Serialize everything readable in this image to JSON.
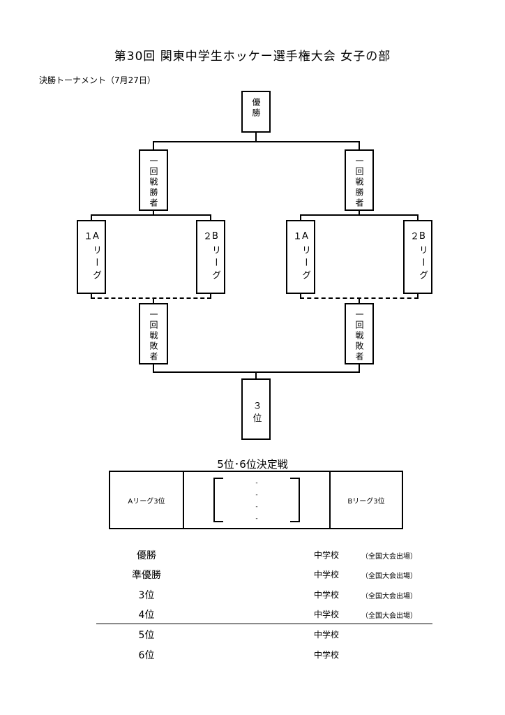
{
  "header": {
    "title": "第30回 関東中学生ホッケー選手権大会 女子の部",
    "subtitle": "決勝トーナメント（7月27日）"
  },
  "bracket": {
    "champion": "優勝",
    "left_winner": "一回戦勝者",
    "right_winner": "一回戦勝者",
    "left_a": "Aリーグ１",
    "left_b": "Bリーグ２",
    "right_a": "Aリーグ１",
    "right_b": "Bリーグ２",
    "left_loser": "一回戦敗者",
    "right_loser": "一回戦敗者",
    "third": "３位"
  },
  "placement_match": {
    "title": "5位･6位決定戦",
    "left_team": "Aリーグ3位",
    "right_team": "Bリーグ3位",
    "score_marks": [
      "-",
      "-",
      "-",
      "-"
    ]
  },
  "results": [
    {
      "rank": "優勝",
      "school": "中学校",
      "note": "（全国大会出場）"
    },
    {
      "rank": "準優勝",
      "school": "中学校",
      "note": "（全国大会出場）"
    },
    {
      "rank": "3位",
      "school": "中学校",
      "note": "（全国大会出場）"
    },
    {
      "rank": "4位",
      "school": "中学校",
      "note": "（全国大会出場）"
    },
    {
      "rank": "5位",
      "school": "中学校",
      "note": ""
    },
    {
      "rank": "6位",
      "school": "中学校",
      "note": ""
    }
  ]
}
